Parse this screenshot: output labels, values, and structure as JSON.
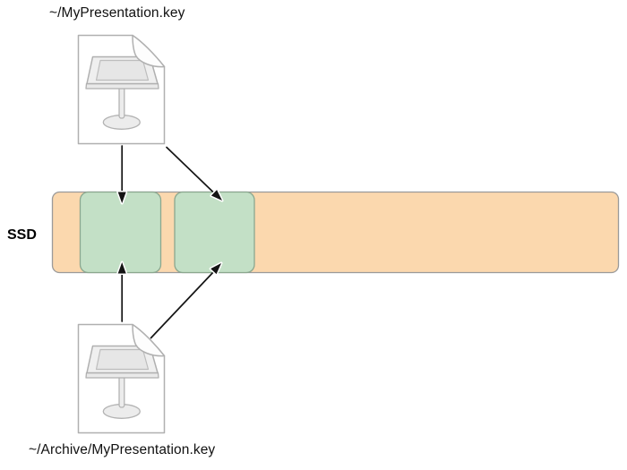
{
  "diagram": {
    "top_file": {
      "label": "~/MyPresentation.key",
      "icon": "keynote-document-icon"
    },
    "bottom_file": {
      "label": "~/Archive/MyPresentation.key",
      "icon": "keynote-document-icon"
    },
    "storage": {
      "label": "SSD",
      "shared_block_count": 2
    },
    "arrows": [
      {
        "from": "top-file",
        "to": "shared-block-1"
      },
      {
        "from": "top-file",
        "to": "shared-block-2"
      },
      {
        "from": "bottom-file",
        "to": "shared-block-1"
      },
      {
        "from": "bottom-file",
        "to": "shared-block-2"
      }
    ]
  },
  "colors": {
    "ssd_bar_fill": "#fbd8ae",
    "ssd_bar_border": "#9a9a9a",
    "shared_block_fill": "#c3e0c6",
    "shared_block_border": "#8ba78f",
    "arrow_color": "#141414",
    "document_outline": "#b0b0b0",
    "document_fill": "#ffffff"
  }
}
